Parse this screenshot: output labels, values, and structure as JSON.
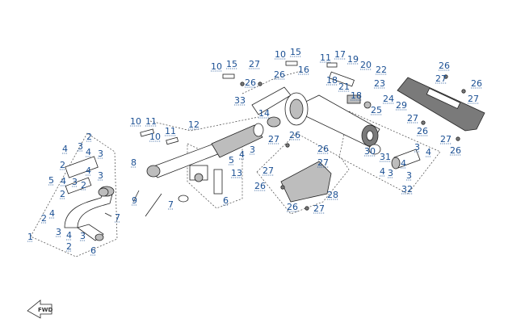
{
  "diagram": {
    "fwd_label": "FWD",
    "callouts": [
      {
        "id": "c1",
        "text": "1"
      },
      {
        "id": "c2a",
        "text": "2"
      },
      {
        "id": "c3a",
        "text": "3"
      },
      {
        "id": "c4a",
        "text": "4"
      },
      {
        "id": "c3b",
        "text": "3"
      },
      {
        "id": "c2b",
        "text": "2"
      },
      {
        "id": "c4b",
        "text": "4"
      },
      {
        "id": "c3c",
        "text": "3"
      },
      {
        "id": "c4c",
        "text": "4"
      },
      {
        "id": "c2c",
        "text": "2"
      },
      {
        "id": "c5a",
        "text": "5"
      },
      {
        "id": "c4d",
        "text": "4"
      },
      {
        "id": "c3d",
        "text": "3"
      },
      {
        "id": "c2d",
        "text": "2"
      },
      {
        "id": "c3e",
        "text": "3"
      },
      {
        "id": "c4e",
        "text": "4"
      },
      {
        "id": "c2e",
        "text": "2"
      },
      {
        "id": "c4f",
        "text": "4"
      },
      {
        "id": "c3f",
        "text": "3"
      },
      {
        "id": "c2f",
        "text": "2"
      },
      {
        "id": "c6a",
        "text": "6"
      },
      {
        "id": "c7a",
        "text": "7"
      },
      {
        "id": "c8",
        "text": "8"
      },
      {
        "id": "c9",
        "text": "9"
      },
      {
        "id": "c10a",
        "text": "10"
      },
      {
        "id": "c11a",
        "text": "11"
      },
      {
        "id": "c10b",
        "text": "10"
      },
      {
        "id": "c11b",
        "text": "11"
      },
      {
        "id": "c12",
        "text": "12"
      },
      {
        "id": "c7b",
        "text": "7"
      },
      {
        "id": "c6b",
        "text": "6"
      },
      {
        "id": "c13",
        "text": "13"
      },
      {
        "id": "c5b",
        "text": "5"
      },
      {
        "id": "c4g",
        "text": "4"
      },
      {
        "id": "c3g",
        "text": "3"
      },
      {
        "id": "c14",
        "text": "14"
      },
      {
        "id": "c33",
        "text": "33"
      },
      {
        "id": "c10c",
        "text": "10"
      },
      {
        "id": "c15a",
        "text": "15"
      },
      {
        "id": "c27a",
        "text": "27"
      },
      {
        "id": "c26a",
        "text": "26"
      },
      {
        "id": "c26b",
        "text": "26"
      },
      {
        "id": "c10d",
        "text": "10"
      },
      {
        "id": "c15b",
        "text": "15"
      },
      {
        "id": "c16",
        "text": "16"
      },
      {
        "id": "c11c",
        "text": "11"
      },
      {
        "id": "c17",
        "text": "17"
      },
      {
        "id": "c19",
        "text": "19"
      },
      {
        "id": "c20",
        "text": "20"
      },
      {
        "id": "c22",
        "text": "22"
      },
      {
        "id": "c18a",
        "text": "18"
      },
      {
        "id": "c21",
        "text": "21"
      },
      {
        "id": "c23",
        "text": "23"
      },
      {
        "id": "c18b",
        "text": "18"
      },
      {
        "id": "c24",
        "text": "24"
      },
      {
        "id": "c25",
        "text": "25"
      },
      {
        "id": "c26c",
        "text": "26"
      },
      {
        "id": "c27b",
        "text": "27"
      },
      {
        "id": "c26d",
        "text": "26"
      },
      {
        "id": "c27c",
        "text": "27"
      },
      {
        "id": "c27d",
        "text": "27"
      },
      {
        "id": "c26e",
        "text": "26"
      },
      {
        "id": "c28",
        "text": "28"
      },
      {
        "id": "c26f",
        "text": "26"
      },
      {
        "id": "c27e",
        "text": "27"
      },
      {
        "id": "c30",
        "text": "30"
      },
      {
        "id": "c31",
        "text": "31"
      },
      {
        "id": "c3h",
        "text": "3"
      },
      {
        "id": "c4h",
        "text": "4"
      },
      {
        "id": "c4i",
        "text": "4"
      },
      {
        "id": "c3i",
        "text": "3"
      },
      {
        "id": "c3j",
        "text": "3"
      },
      {
        "id": "c4j",
        "text": "4"
      },
      {
        "id": "c32",
        "text": "32"
      },
      {
        "id": "c26g",
        "text": "26"
      },
      {
        "id": "c27f",
        "text": "27"
      },
      {
        "id": "c26h",
        "text": "26"
      },
      {
        "id": "c27g",
        "text": "27"
      },
      {
        "id": "c29",
        "text": "29"
      },
      {
        "id": "c27h",
        "text": "27"
      },
      {
        "id": "c26i",
        "text": "26"
      },
      {
        "id": "c27i",
        "text": "27"
      },
      {
        "id": "c26j",
        "text": "26"
      }
    ]
  }
}
